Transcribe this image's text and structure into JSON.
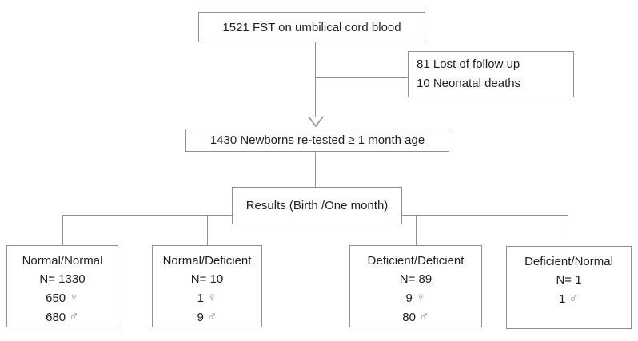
{
  "flowchart": {
    "top_box": "1521 FST on umbilical cord blood",
    "side_box": {
      "line1": "81 Lost of follow up",
      "line2": "10 Neonatal deaths"
    },
    "retest_box": "1430 Newborns re-tested ≥ 1 month age",
    "results_box": "Results (Birth /One month)",
    "outcome_boxes": [
      {
        "title": "Normal/Normal",
        "n": "N= 1330",
        "female": "650",
        "male": "680"
      },
      {
        "title": "Normal/Deficient",
        "n": "N= 10",
        "female": "1",
        "male": "9"
      },
      {
        "title": "Deficient/Deficient",
        "n": "N= 89",
        "female": "9",
        "male": "80"
      },
      {
        "title": "Deficient/Normal",
        "n": "N= 1",
        "male": "1"
      }
    ],
    "icons": {
      "female": "♀",
      "male": "♂"
    },
    "colors": {
      "border": "#8f8f8f",
      "text": "#1f1f1f",
      "symbol": "#8a8a8a"
    }
  }
}
